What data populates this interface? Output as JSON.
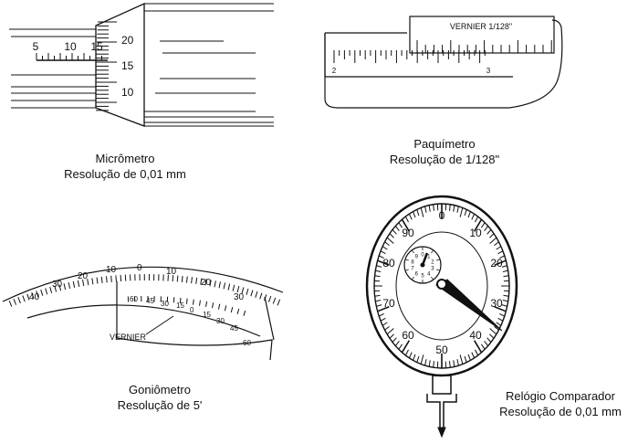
{
  "micrometer": {
    "name": "Micrômetro",
    "resolution": "Resolução de 0,01 mm",
    "sleeve_labels": [
      "5",
      "10",
      "15"
    ],
    "thimble_labels": [
      "20",
      "15",
      "10"
    ]
  },
  "caliper": {
    "name": "Paquímetro",
    "resolution": "Resolução de 1/128\"",
    "vernier_label": "VERNIER 1/128\"",
    "main_labels": [
      "2",
      "3"
    ]
  },
  "goniometer": {
    "name": "Goniômetro",
    "resolution": "Resolução de 5'",
    "vernier_label": "VERNIER",
    "main_labels": [
      "40",
      "30",
      "20",
      "10",
      "0",
      "10",
      "20",
      "30"
    ],
    "vernier_labels": [
      "60",
      "45",
      "30",
      "15",
      "0",
      "15",
      "30",
      "45",
      "60"
    ]
  },
  "dial_indicator": {
    "name": "Relógio Comparador",
    "resolution": "Resolução de 0,01 mm",
    "dial_labels": [
      "0",
      "10",
      "20",
      "30",
      "40",
      "50",
      "60",
      "70",
      "80",
      "90"
    ],
    "small_dial_labels": [
      "0",
      "1",
      "2",
      "3",
      "4",
      "5",
      "6",
      "7",
      "8",
      "9"
    ]
  }
}
